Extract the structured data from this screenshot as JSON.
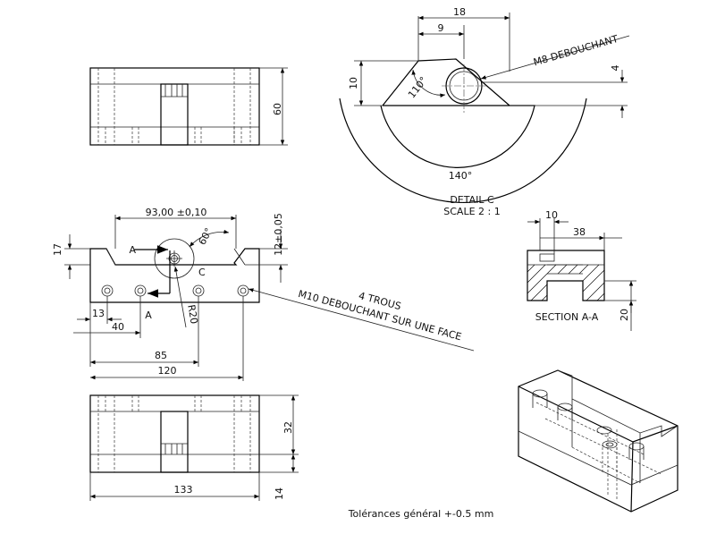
{
  "detail_c": {
    "title": "DETAIL C",
    "scale": "SCALE 2 : 1",
    "dim_18": "18",
    "dim_9": "9",
    "dim_10": "10",
    "dim_4": "4",
    "angle_110": "110°",
    "angle_140": "140°",
    "thread_note": "M8 DEBOUCHANT"
  },
  "top_view": {
    "dim_60": "60"
  },
  "front_view": {
    "dim_93": "93,00 ±0,10",
    "dim_12": "12±0,05",
    "dim_17": "17",
    "angle_60": "60°",
    "label_a_top": "A",
    "label_a_bottom": "A",
    "label_c": "C",
    "dim_13": "13",
    "dim_40": "40",
    "radius_20": "R20",
    "dim_85": "85",
    "dim_120": "120",
    "holes_note_line1": "4 TROUS",
    "holes_note_line2": "M10 DEBOUCHANT SUR UNE FACE"
  },
  "section_aa": {
    "title": "SECTION A-A",
    "dim_10": "10",
    "dim_38": "38",
    "dim_20": "20"
  },
  "bottom_view": {
    "dim_32": "32",
    "dim_14": "14",
    "dim_133": "133"
  },
  "tolerance_note": "Tolérances général +-0.5 mm"
}
